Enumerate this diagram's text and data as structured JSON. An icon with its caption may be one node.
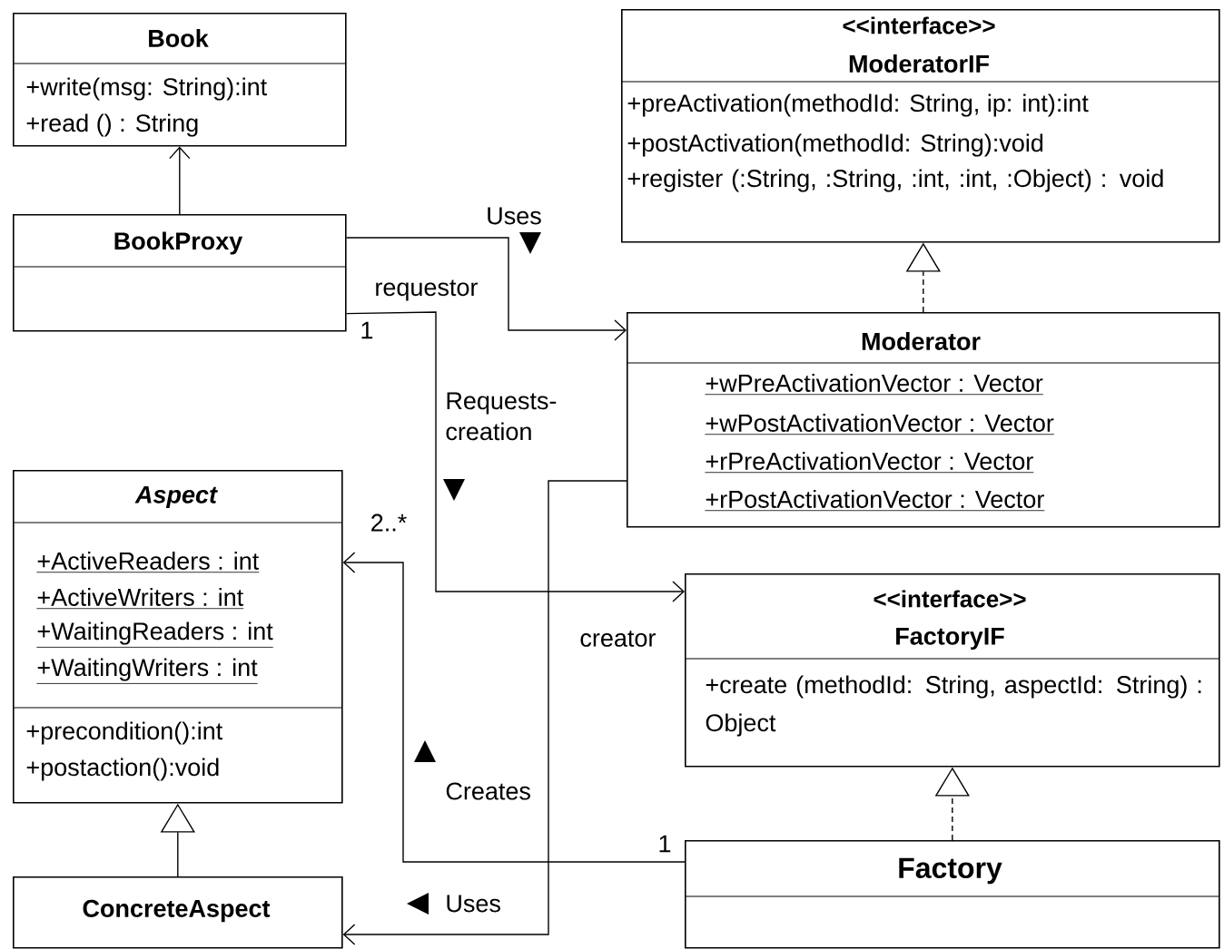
{
  "diagram": {
    "nodes": [
      {
        "text": [
          "Book",
          "+write(msg: String):int",
          "+read () : String"
        ]
      },
      {
        "text": [
          "BookProxy"
        ]
      },
      {
        "text": [
          "<<interface>>",
          "ModeratorIF",
          "+preActivation(methodId: String, ip: int):int",
          "+postActivation(methodId: String):void",
          "+register (:String, :String, :int, :int, :Object) : void"
        ]
      },
      {
        "text": [
          "Moderator",
          "+wPreActivationVector : Vector",
          "+wPostActivationVector : Vector",
          "+rPreActivationVector : Vector",
          "+rPostActivationVector : Vector"
        ]
      },
      {
        "text": [
          "Aspect",
          "+ActiveReaders : int",
          "+ActiveWriters : int",
          "+WaitingReaders : int",
          "+WaitingWriters : int",
          "+precondition():int",
          "+postaction():void"
        ]
      },
      {
        "text": [
          "ConcreteAspect"
        ]
      },
      {
        "text": [
          "<<interface>>",
          "FactoryIF",
          "+create (methodId: String, aspectId: String) : Object"
        ]
      },
      {
        "text": [
          "Factory"
        ]
      }
    ],
    "edges": [
      {
        "from": 1,
        "to": 0,
        "arrow": "to"
      },
      {
        "from": 1,
        "to": 3,
        "arrow": "to",
        "label": "Uses"
      },
      {
        "from": 3,
        "to": 2,
        "arrow": "to",
        "style": "dashed"
      },
      {
        "from": 1,
        "to": 6,
        "arrow": "to",
        "label": "Requests-creation"
      },
      {
        "from": 7,
        "to": 4,
        "arrow": "to",
        "label": "Creates"
      },
      {
        "from": 3,
        "to": 5,
        "arrow": "to",
        "label": "Uses"
      },
      {
        "from": 5,
        "to": 4,
        "arrow": "to"
      },
      {
        "from": 7,
        "to": 6,
        "arrow": "to",
        "style": "dashed"
      }
    ],
    "labels": [
      "requestor",
      "1",
      "2..*",
      "creator",
      "1"
    ]
  }
}
